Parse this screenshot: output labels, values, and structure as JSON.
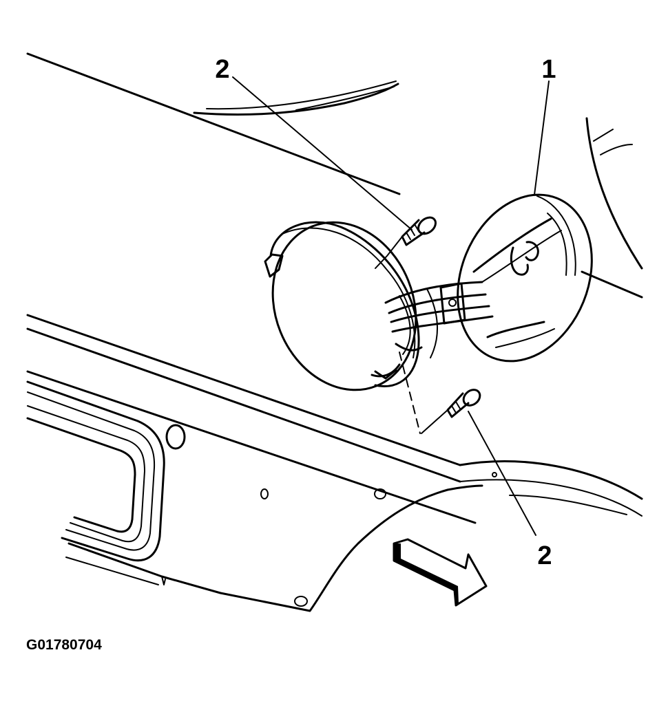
{
  "callouts": {
    "c1": "1",
    "c2_top": "2",
    "c2_bottom": "2"
  },
  "figure_id": "G01780704",
  "colors": {
    "ink": "#000000",
    "paper": "#ffffff"
  }
}
